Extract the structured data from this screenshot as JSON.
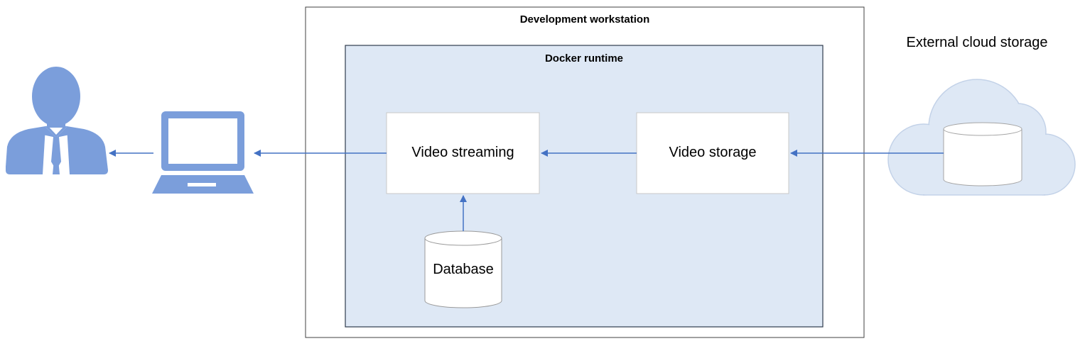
{
  "diagram": {
    "workstation_title": "Development workstation",
    "docker_title": "Docker runtime",
    "video_streaming_label": "Video streaming",
    "video_storage_label": "Video storage",
    "database_label": "Database",
    "cloud_label": "External cloud storage"
  },
  "colors": {
    "accent": "#4472c4",
    "icon_fill": "#7b9edb",
    "docker_fill": "#dee8f5",
    "cloud_fill": "#dee8f5"
  },
  "icons": [
    "user-icon",
    "laptop-icon",
    "cloud-storage-icon",
    "database-icon"
  ]
}
